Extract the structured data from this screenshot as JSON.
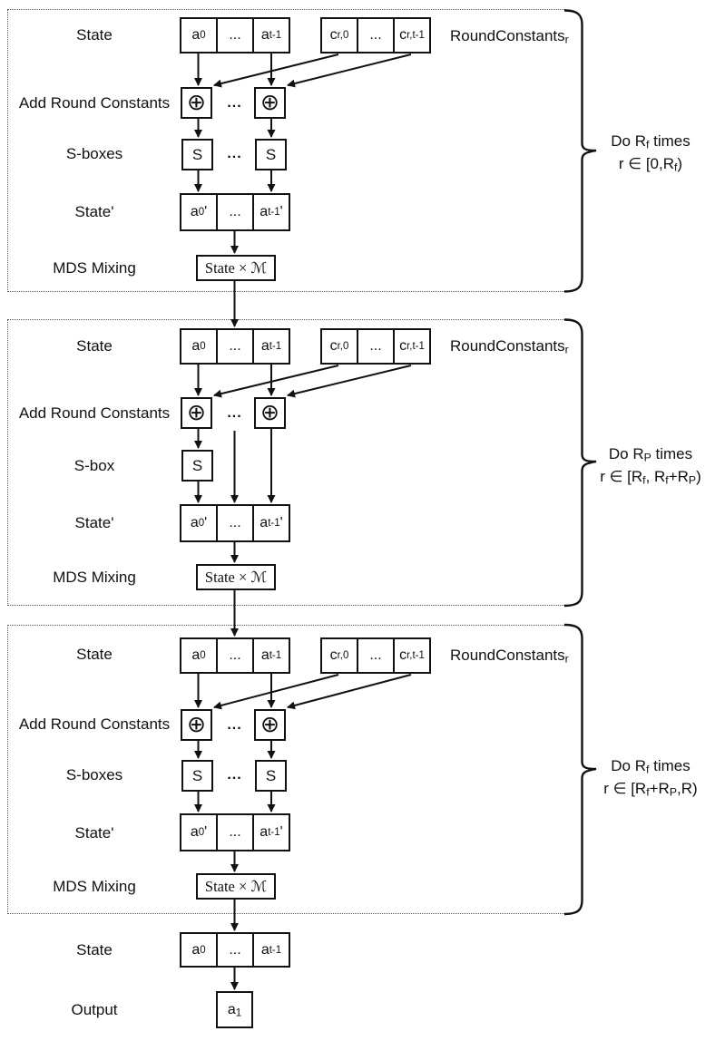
{
  "colors": {
    "ink": "#111111",
    "background": "#ffffff"
  },
  "blocks": [
    {
      "labels": {
        "state": "State",
        "arc": "Add Round Constants",
        "sbox": "S-boxes",
        "state_prime": "State'",
        "mds": "MDS Mixing"
      },
      "state_cells": [
        "a_{0}",
        "...",
        "a_{t-1}"
      ],
      "const_cells": [
        "c_{r,0}",
        "...",
        "c_{r,t-1}"
      ],
      "rc_label": "RoundConstants_{r}",
      "xor": "⊕",
      "dots": "...",
      "s": "S",
      "state_prime_cells": [
        "a_{0}'",
        "...",
        "a_{t-1}'"
      ],
      "mds_text": "State × ℳ",
      "brace": {
        "line1": "Do R_{f} times",
        "line2": "r ∈ [0,R_{f})"
      }
    },
    {
      "labels": {
        "state": "State",
        "arc": "Add Round Constants",
        "sbox": "S-box",
        "state_prime": "State'",
        "mds": "MDS Mixing"
      },
      "state_cells": [
        "a_{0}",
        "...",
        "a_{t-1}"
      ],
      "const_cells": [
        "c_{r,0}",
        "...",
        "c_{r,t-1}"
      ],
      "rc_label": "RoundConstants_{r}",
      "xor": "⊕",
      "dots": "...",
      "s": "S",
      "state_prime_cells": [
        "a_{0}'",
        "...",
        "a_{t-1}'"
      ],
      "mds_text": "State × ℳ",
      "brace": {
        "line1": "Do R_{P} times",
        "line2": "r ∈ [R_{f}, R_{f}+R_{P})"
      }
    },
    {
      "labels": {
        "state": "State",
        "arc": "Add Round Constants",
        "sbox": "S-boxes",
        "state_prime": "State'",
        "mds": "MDS Mixing"
      },
      "state_cells": [
        "a_{0}",
        "...",
        "a_{t-1}"
      ],
      "const_cells": [
        "c_{r,0}",
        "...",
        "c_{r,t-1}"
      ],
      "rc_label": "RoundConstants_{r}",
      "xor": "⊕",
      "dots": "...",
      "s": "S",
      "state_prime_cells": [
        "a_{0}'",
        "...",
        "a_{t-1}'"
      ],
      "mds_text": "State × ℳ",
      "brace": {
        "line1": "Do R_{f} times",
        "line2": "r ∈ [R_{f}+R_{P},R)"
      }
    }
  ],
  "footer": {
    "state_label": "State",
    "state_cells": [
      "a_{0}",
      "...",
      "a_{t-1}"
    ],
    "output_label": "Output",
    "output_cell": "a_{1}"
  }
}
